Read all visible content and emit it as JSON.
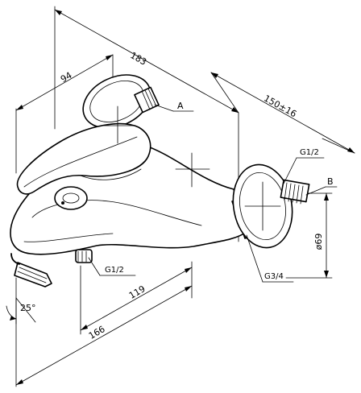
{
  "dimensions": {
    "overall_width": "183",
    "handle_offset": "94",
    "center_distance": "150±16",
    "outlet_depth": "119",
    "total_depth": "166",
    "flange_diameter": "ø69",
    "swivel_angle": "25°"
  },
  "threads": {
    "inlet_top": "G1/2",
    "outlet_bottom": "G1/2",
    "union_nut": "G3/4"
  },
  "callouts": {
    "a": "A",
    "b": "B"
  }
}
